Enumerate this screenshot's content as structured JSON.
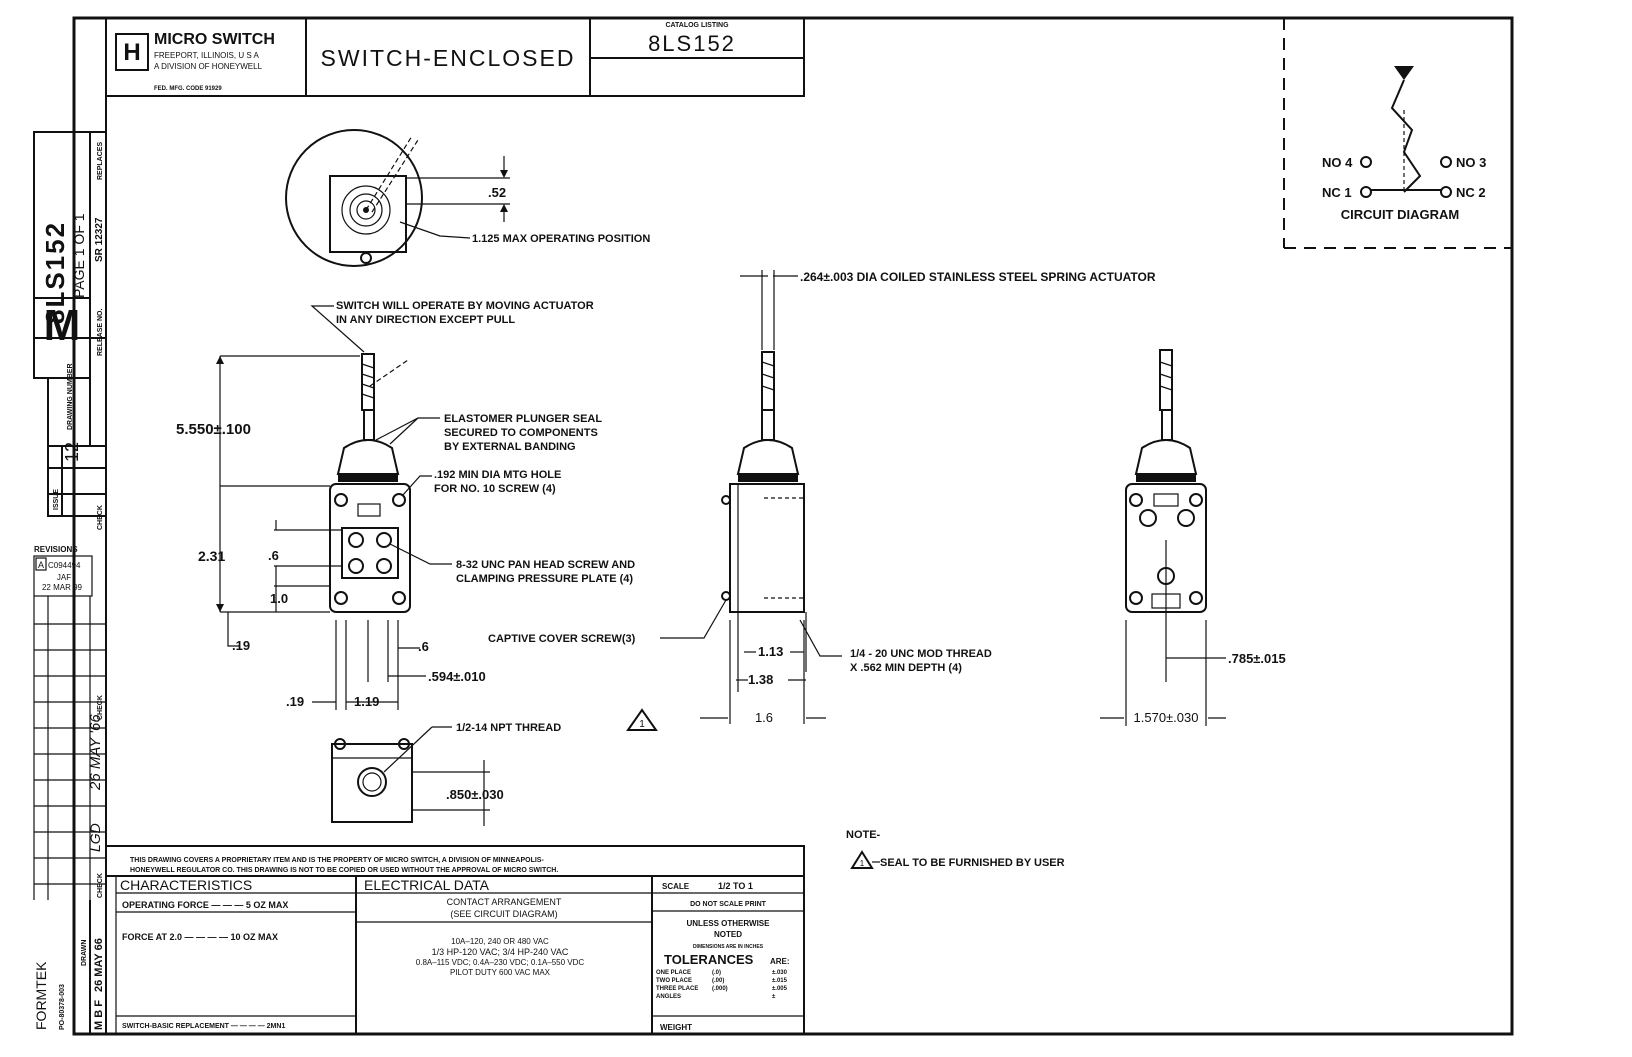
{
  "title_block": {
    "company": "MICRO SWITCH",
    "address": "FREEPORT, ILLINOIS, U S A",
    "division": "A DIVISION OF HONEYWELL",
    "fed_code": "FED. MFG. CODE 91929",
    "logo_letter": "H",
    "title": "SWITCH-ENCLOSED",
    "catalog_listing_label": "CATALOG LISTING",
    "catalog_listing": "8LS152"
  },
  "side_block": {
    "part_number": "8LS152",
    "page": "PAGE 1 OF 1",
    "replaces_label": "REPLACES",
    "replaces_value": "SR 12327",
    "release_label": "RELEASE NO.",
    "drawing_letter": "M",
    "drawing_number_label": "DRAWING NUMBER",
    "issue_label": "ISSUE",
    "issue_value": "12",
    "check_label": "CHECK",
    "revisions_label": "REVISIONS",
    "revision_letter": "A",
    "revision_number": "C094494",
    "revision_initials": "JAF",
    "revision_date": "22 MAR 99",
    "handwritten_date": "26 MAY '66",
    "handwritten_initials": "LGD",
    "drawn_label": "DRAWN",
    "drawn_date": "26 MAY 66",
    "drawn_initials": "M B F",
    "formtek": "FORMTEK",
    "form_number": "PO-80378-003"
  },
  "circuit": {
    "no4": "NO 4",
    "no3": "NO 3",
    "nc1": "NC 1",
    "nc2": "NC 2",
    "caption": "CIRCUIT  DIAGRAM"
  },
  "top_view": {
    "dim_52": ".52",
    "op_position": "1.125 MAX OPERATING POSITION"
  },
  "front_view": {
    "operate_note_1": "SWITCH WILL OPERATE BY MOVING ACTUATOR",
    "operate_note_2": "IN ANY DIRECTION EXCEPT PULL",
    "dim_height": "5.550±.100",
    "seal_1": "ELASTOMER PLUNGER SEAL",
    "seal_2": "SECURED TO COMPONENTS",
    "seal_3": "BY EXTERNAL BANDING",
    "hole_1": ".192 MIN DIA MTG HOLE",
    "hole_2": "FOR NO. 10 SCREW (4)",
    "dim_231": "2.31",
    "dim_6a": ".6",
    "screw_1": "8-32 UNC PAN HEAD SCREW AND",
    "screw_2": "CLAMPING PRESSURE PLATE (4)",
    "dim_10": "1.0",
    "dim_19a": ".19",
    "dim_6b": ".6",
    "dim_594": ".594±.010",
    "dim_19b": ".19",
    "dim_119": "1.19"
  },
  "bottom_view": {
    "npt": "1/2-14 NPT THREAD",
    "dim_850": ".850±.030"
  },
  "side_view": {
    "actuator": ".264±.003  DIA COILED STAINLESS STEEL SPRING ACTUATOR",
    "captive": "CAPTIVE COVER SCREW(3)",
    "dim_113": "1.13",
    "dim_138": "1.38",
    "dim_16": "1.6",
    "thread_1": "1/4 - 20 UNC MOD THREAD",
    "thread_2": "X .562  MIN  DEPTH  (4)"
  },
  "rear_view": {
    "dim_785": ".785±.015",
    "dim_1570": "1.570±.030"
  },
  "note": {
    "heading": "NOTE-",
    "marker": "1",
    "text": "SEAL TO BE FURNISHED BY USER"
  },
  "bottom_block": {
    "proprietary_1": "THIS DRAWING COVERS A PROPRIETARY ITEM AND IS THE PROPERTY OF MICRO SWITCH, A DIVISION OF MINNEAPOLIS-",
    "proprietary_2": "HONEYWELL REGULATOR CO. THIS DRAWING IS NOT TO BE COPIED OR USED WITHOUT THE APPROVAL OF MICRO SWITCH.",
    "characteristics": "CHARACTERISTICS",
    "op_force": "OPERATING FORCE — — —  5  OZ  MAX",
    "force_at": "FORCE AT 2.0 — — — —  10  OZ  MAX",
    "basic": "SWITCH-BASIC REPLACEMENT — — — —  2MN1",
    "electrical": "ELECTRICAL DATA",
    "contact_1": "CONTACT ARRANGEMENT",
    "contact_2": "(SEE CIRCUIT DIAGRAM)",
    "elec_1": "10A–120, 240 OR 480 VAC",
    "elec_2": "1/3 HP-120 VAC; 3/4 HP-240 VAC",
    "elec_3": "0.8A–115 VDC; 0.4A–230 VDC; 0.1A–550 VDC",
    "elec_4": "PILOT DUTY 600 VAC MAX",
    "scale_label": "SCALE",
    "scale_value": "1/2 TO 1",
    "no_scale": "DO NOT SCALE PRINT",
    "unless_1": "UNLESS OTHERWISE",
    "unless_2": "NOTED",
    "dims_inches": "DIMENSIONS ARE IN INCHES",
    "tolerances": "TOLERANCES",
    "are": "ARE:",
    "tol_rows": [
      {
        "label": "ONE PLACE",
        "digits": "(.0)",
        "value": "±.030"
      },
      {
        "label": "TWO PLACE",
        "digits": "(.00)",
        "value": "±.015"
      },
      {
        "label": "THREE PLACE",
        "digits": "(.000)",
        "value": "±.005"
      },
      {
        "label": "ANGLES",
        "digits": "",
        "value": "±"
      }
    ],
    "weight": "WEIGHT"
  }
}
